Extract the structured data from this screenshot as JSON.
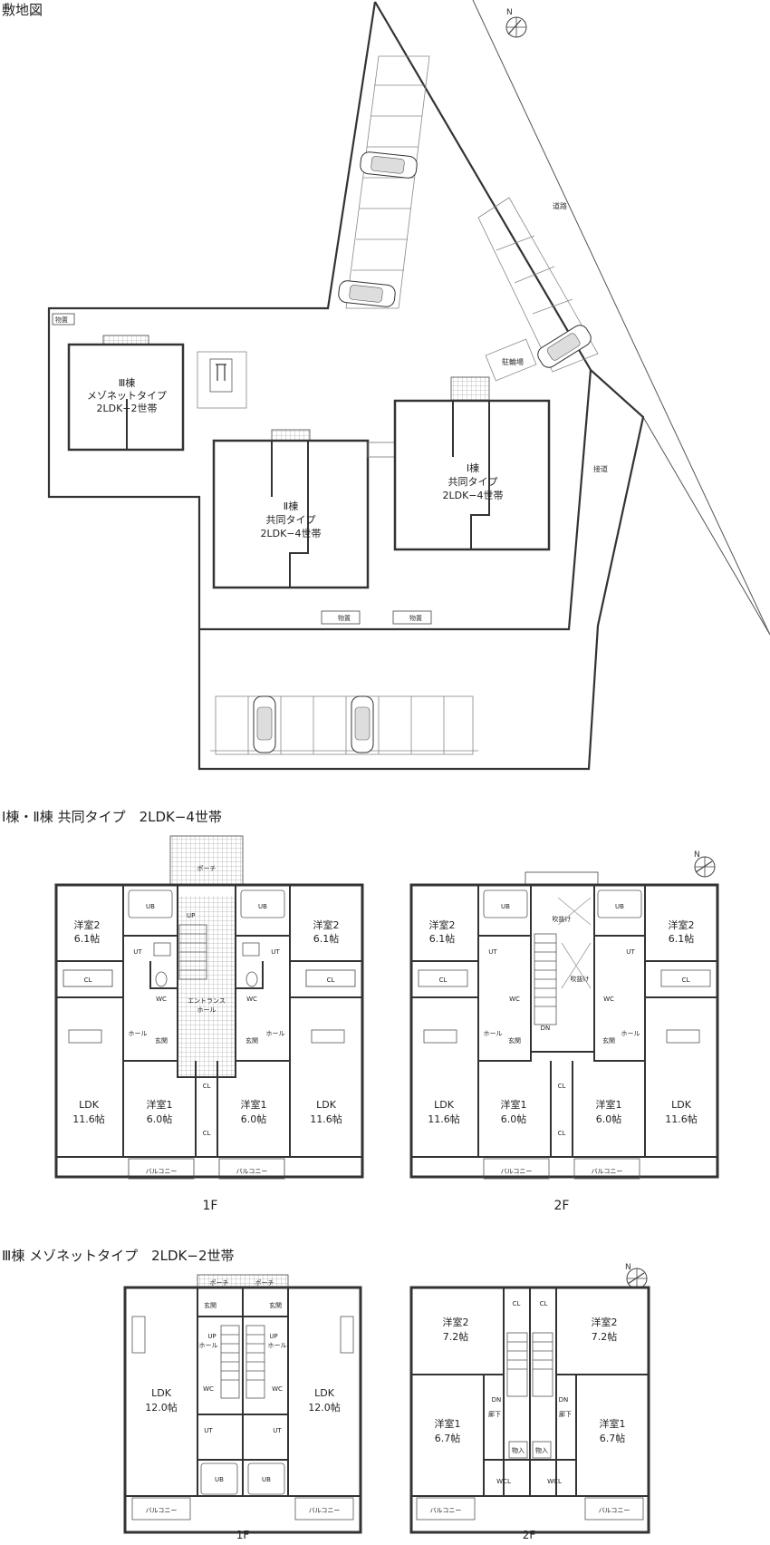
{
  "site": {
    "title": "敷地図",
    "road": "道路",
    "side_road": "接道",
    "bike_parking": "駐輪場",
    "storage": "物置",
    "building3": {
      "line1": "Ⅲ棟",
      "line2": "メゾネットタイプ",
      "line3": "2LDK−2世帯"
    },
    "building2": {
      "line1": "Ⅱ棟",
      "line2": "共同タイプ",
      "line3": "2LDK−4世帯"
    },
    "building1": {
      "line1": "Ⅰ棟",
      "line2": "共同タイプ",
      "line3": "2LDK−4世帯"
    }
  },
  "plan12": {
    "title": "Ⅰ棟・Ⅱ棟 共同タイプ　2LDK−4世帯",
    "f1": {
      "label": "1F",
      "porch": "ポーチ",
      "up": "UP",
      "entrance_hall_1": "エントランス",
      "entrance_hall_2": "ホール",
      "bed2": "洋室2",
      "bed2_size": "6.1帖",
      "bed1": "洋室1",
      "bed1_size": "6.0帖",
      "ldk": "LDK",
      "ldk_size": "11.6帖",
      "ub": "UB",
      "ut": "UT",
      "wc": "WC",
      "cl": "CL",
      "hall": "ホール",
      "genkan": "玄関",
      "balcony": "バルコニー"
    },
    "f2": {
      "label": "2F",
      "fukinuke": "吹抜け",
      "dn": "DN",
      "bed2": "洋室2",
      "bed2_size": "6.1帖",
      "bed1": "洋室1",
      "bed1_size": "6.0帖",
      "ldk": "LDK",
      "ldk_size": "11.6帖",
      "ub": "UB",
      "ut": "UT",
      "wc": "WC",
      "cl": "CL",
      "hall": "ホール",
      "genkan": "玄関",
      "balcony": "バルコニー"
    }
  },
  "plan3": {
    "title": "Ⅲ棟 メゾネットタイプ　2LDK−2世帯",
    "f1": {
      "label": "1F",
      "porch": "ポーチ",
      "genkan": "玄関",
      "up": "UP",
      "hall": "ホール",
      "ldk": "LDK",
      "ldk_size": "12.0帖",
      "wc": "WC",
      "ut": "UT",
      "ub": "UB",
      "balcony": "バルコニー"
    },
    "f2": {
      "label": "2F",
      "bed2": "洋室2",
      "bed2_size": "7.2帖",
      "bed1": "洋室1",
      "bed1_size": "6.7帖",
      "cl": "CL",
      "dn": "DN",
      "corridor": "廊下",
      "storage": "物入",
      "wcl": "WCL",
      "balcony": "バルコニー"
    }
  },
  "compass": "N"
}
